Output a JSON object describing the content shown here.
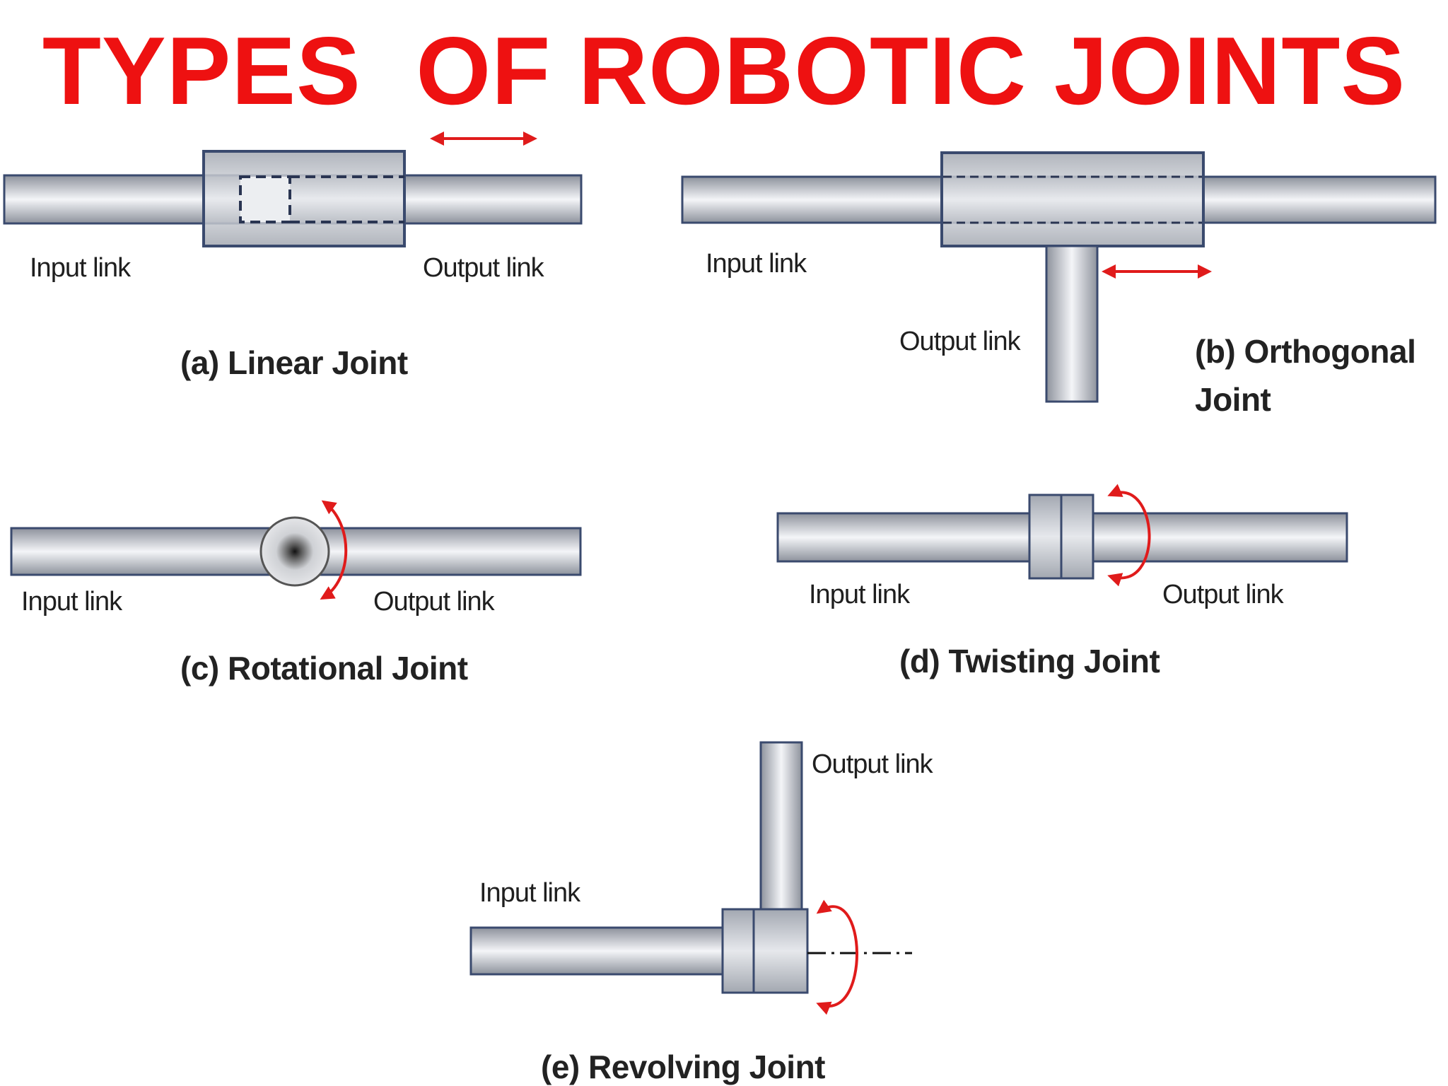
{
  "title": "TYPES  OF ROBOTIC JOINTS",
  "colors": {
    "title": "#ee1111",
    "arrow": "#e01b1b",
    "link_stroke": "#3a4a6e",
    "link_mid": "#f4f5f8",
    "link_edge": "#8d929c"
  },
  "joints": {
    "linear": {
      "caption": "(a) Linear Joint",
      "input_label": "Input link",
      "output_label": "Output link"
    },
    "orthogonal": {
      "caption_line1": "(b) Orthogonal",
      "caption_line2": "Joint",
      "input_label": "Input link",
      "output_label": "Output link"
    },
    "rotational": {
      "caption": "(c) Rotational Joint",
      "input_label": "Input link",
      "output_label": "Output link"
    },
    "twisting": {
      "caption": "(d) Twisting Joint",
      "input_label": "Input link",
      "output_label": "Output link"
    },
    "revolving": {
      "caption": "(e) Revolving Joint",
      "input_label": "Input link",
      "output_label": "Output link"
    }
  }
}
